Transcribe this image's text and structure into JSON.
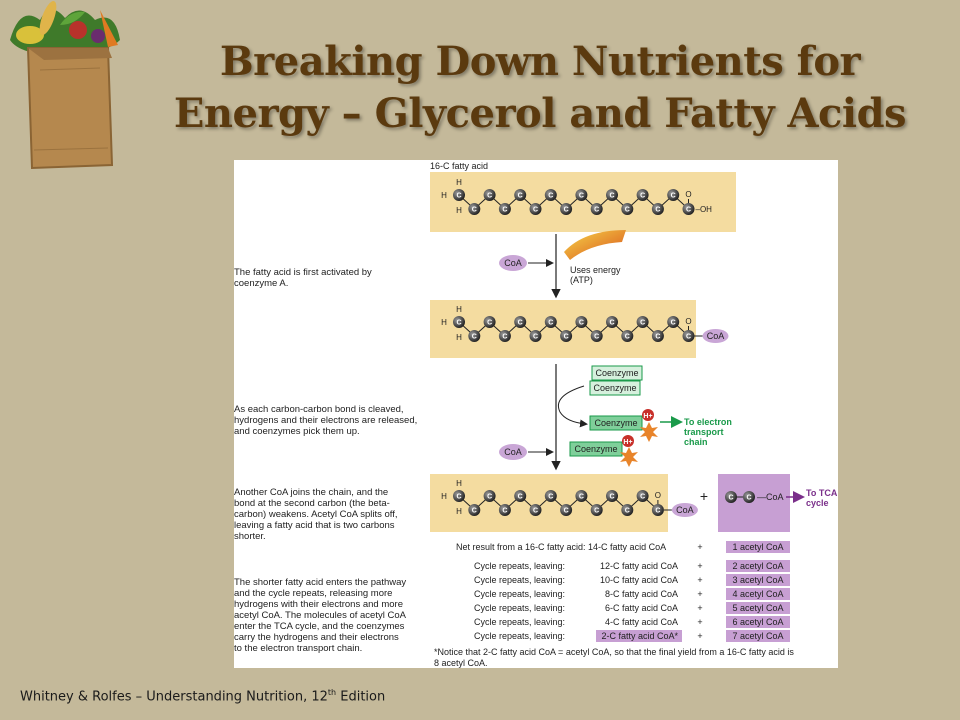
{
  "slide": {
    "title_line1": "Breaking Down Nutrients for",
    "title_line2": "Energy – Glycerol and Fatty Acids",
    "credit_main": "Whitney & Rolfes – Understanding Nutrition, 12",
    "credit_sup": "th",
    "credit_tail": " Edition"
  },
  "diagram": {
    "top_label": "16-C fatty acid",
    "oh_label": "–OH",
    "h_label": "H",
    "o_label": "O",
    "c_label": "C",
    "step1_text": [
      "The fatty acid is first activated by",
      "coenzyme A."
    ],
    "coa_label": "CoA",
    "uses_energy": [
      "Uses energy",
      "(ATP)"
    ],
    "step2_text": [
      "As each carbon-carbon bond is cleaved,",
      "hydrogens and their electrons are released,",
      "and coenzymes pick them up."
    ],
    "coenzyme_label": "Coenzyme",
    "h_plus": "H+",
    "electron_dest": [
      "To electron",
      "transport",
      "chain"
    ],
    "step3_text": [
      "Another CoA joins the chain, and the",
      "bond at the second carbon (the beta-",
      "carbon) weakens. Acetyl CoA splits off,",
      "leaving a fatty acid that is two carbons",
      "shorter."
    ],
    "plus": "+",
    "tca_dest": [
      "To TCA",
      "cycle"
    ],
    "net_result": "Net result from a 16-C fatty acid: 14-C fatty acid CoA",
    "step4_text": [
      "The shorter fatty acid enters the pathway",
      "and the cycle repeats, releasing more",
      "hydrogens with their electrons and more",
      "acetyl CoA. The molecules of acetyl CoA",
      "enter the TCA cycle, and the coenzymes",
      "carry the hydrogens and their electrons",
      "to the electron transport chain."
    ],
    "cycle_label": "Cycle repeats, leaving:",
    "rows": [
      {
        "left": "12-C fatty acid CoA",
        "right": "2 acetyl CoA"
      },
      {
        "left": "10-C fatty acid CoA",
        "right": "3 acetyl CoA"
      },
      {
        "left": "8-C fatty acid CoA",
        "right": "4 acetyl CoA"
      },
      {
        "left": "6-C fatty acid CoA",
        "right": "5 acetyl CoA"
      },
      {
        "left": "4-C fatty acid CoA",
        "right": "6 acetyl CoA"
      },
      {
        "left": "2-C fatty acid CoA*",
        "right": "7 acetyl CoA"
      }
    ],
    "first_right": "1 acetyl CoA",
    "footnote": [
      "*Notice that 2-C fatty acid CoA = acetyl CoA, so that the final yield from a 16-C fatty acid is",
      "8 acetyl CoA."
    ]
  },
  "colors": {
    "background": "#c4b99a",
    "title": "#5b3a0f",
    "chain_band": "#f4dca0",
    "coa_bubble": "#c9a6d6",
    "coenzyme_box": "#7fcf9a",
    "acetyl_box": "#c79fd3",
    "green_text": "#1a9a4a",
    "purple_text": "#7a2f8a"
  }
}
